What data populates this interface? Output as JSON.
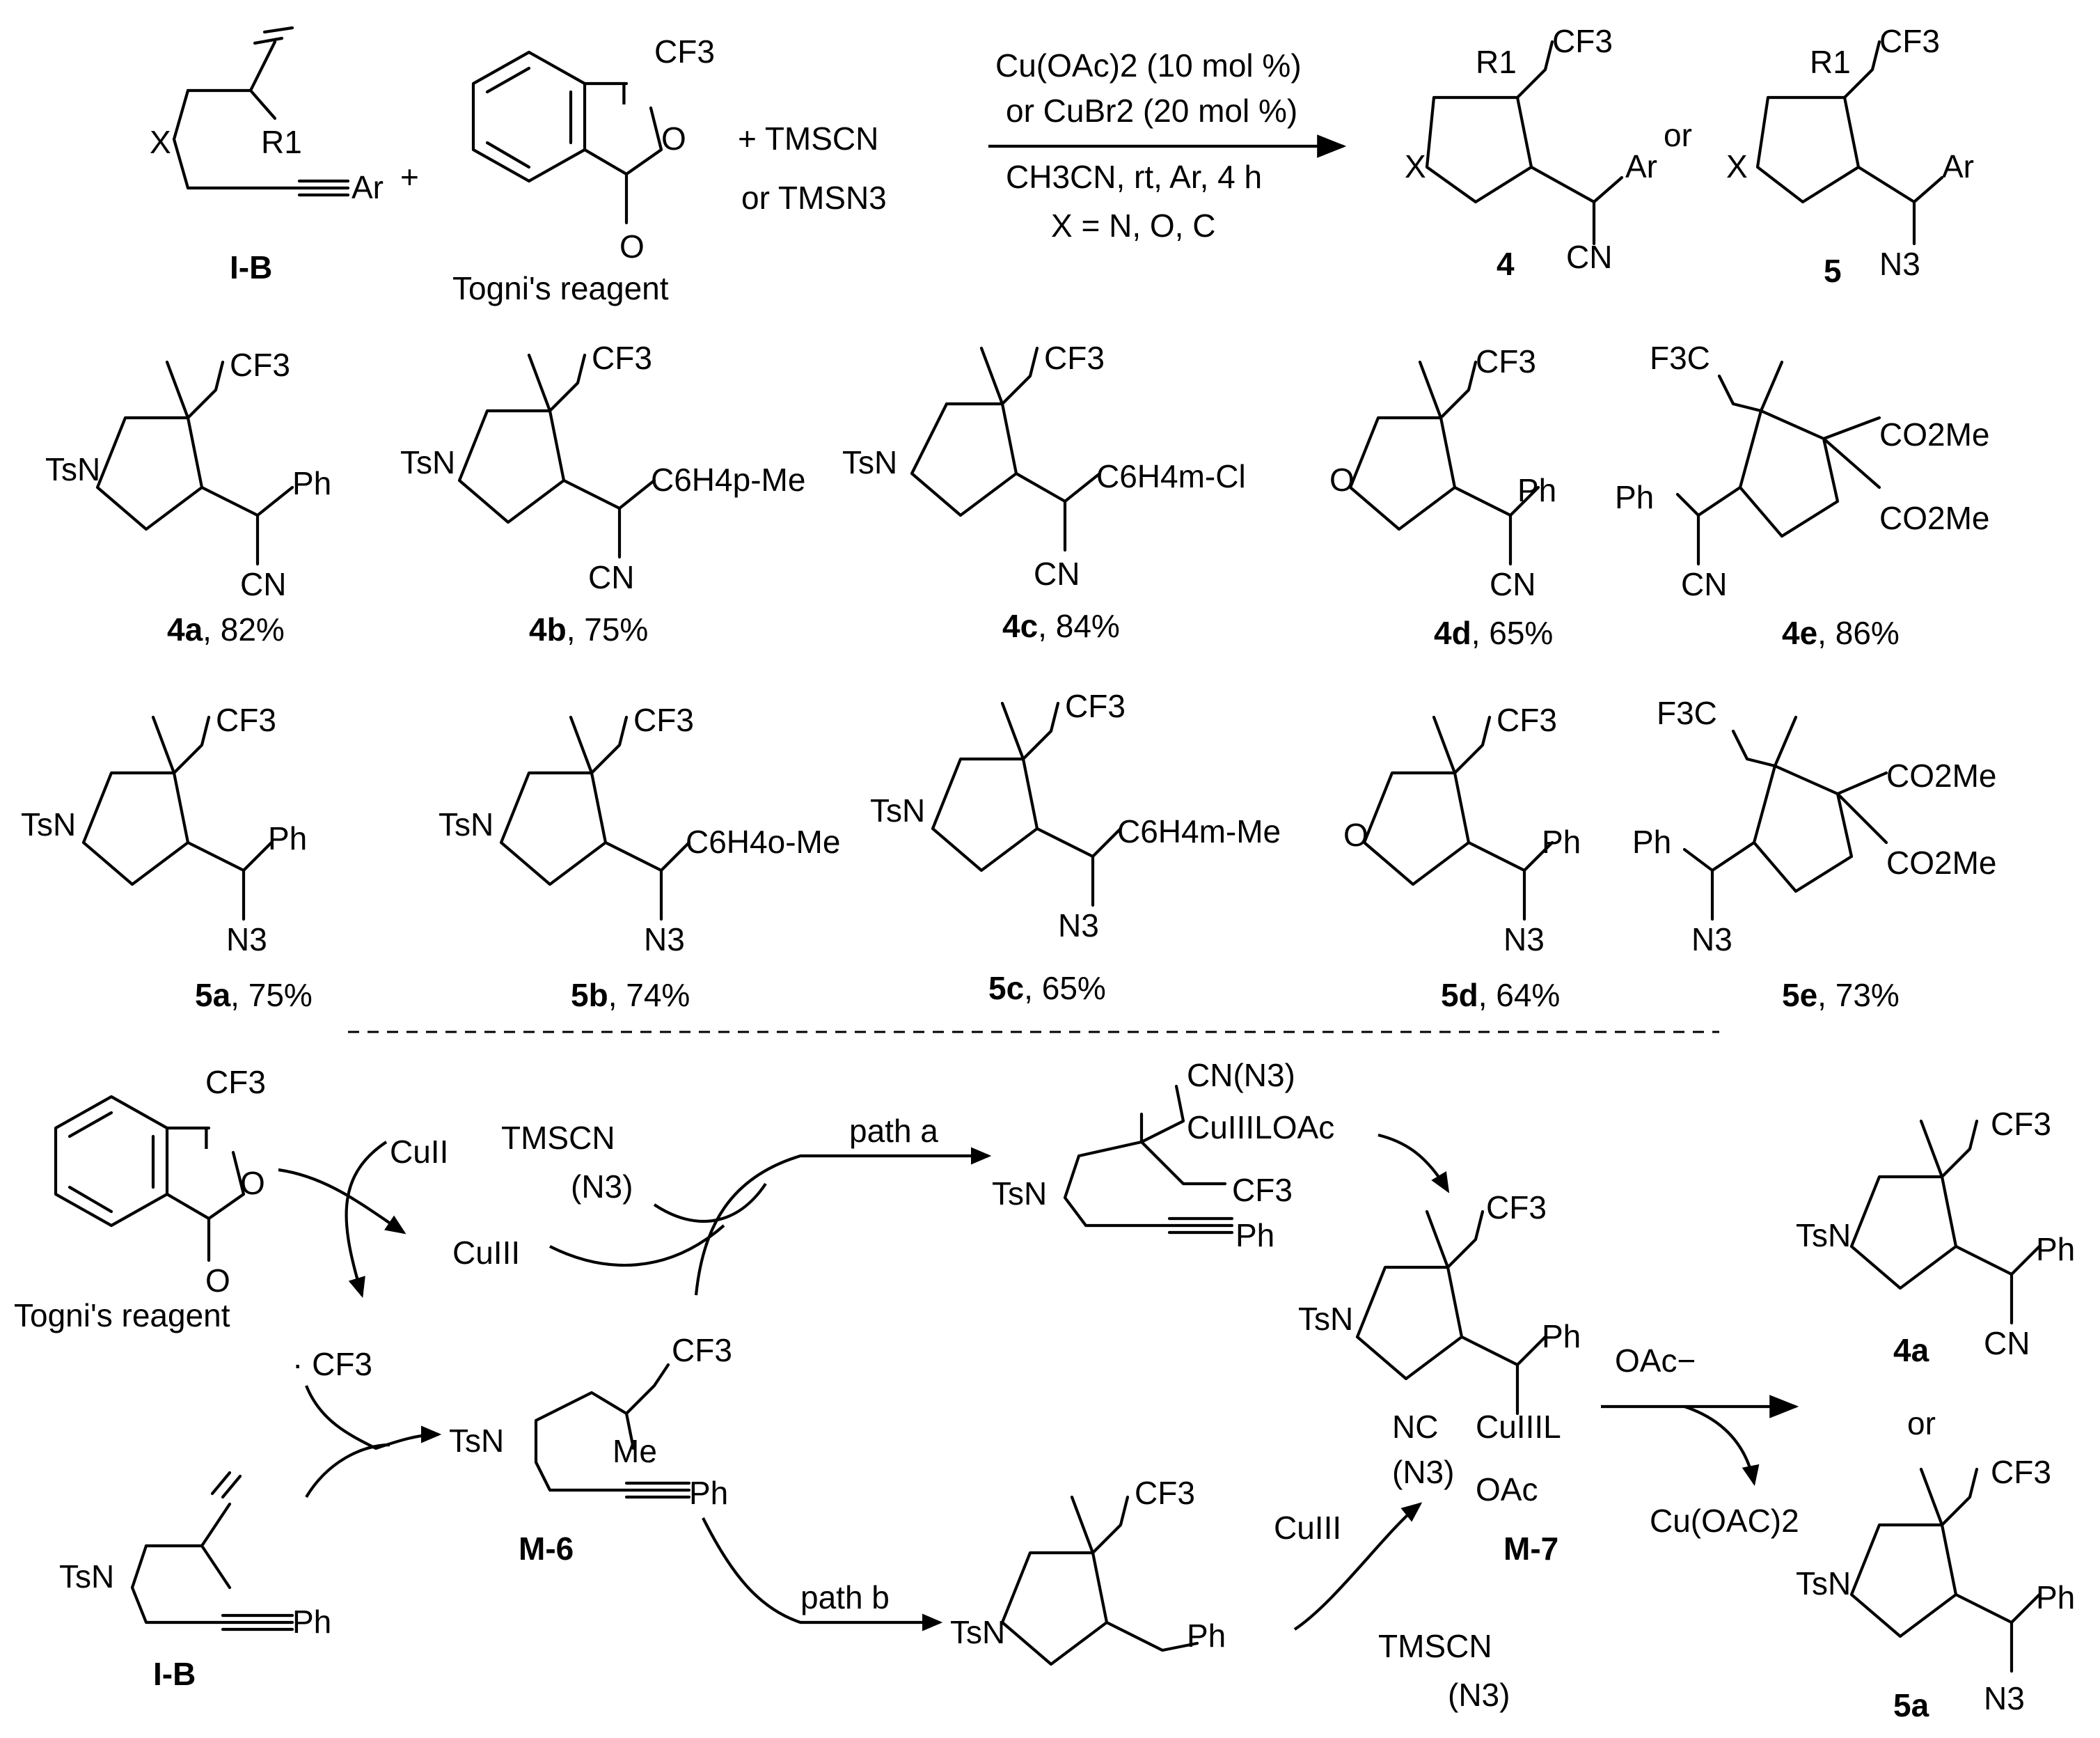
{
  "colors": {
    "cf3": "#1a1aff",
    "cn_n3": "#ff0000",
    "text": "#000000",
    "background": "#ffffff"
  },
  "top_reaction": {
    "substrate_label": "I-B",
    "reagent_label": "Togni's reagent",
    "plus": "+",
    "nucleophile_1": "+ TMSCN",
    "nucleophile_2": "or TMSN3",
    "conditions": [
      "Cu(OAc)2 (10 mol %)",
      "or CuBr2 (20 mol %)",
      "CH3CN, rt, Ar, 4 h",
      "X = N, O, C"
    ],
    "product_4_label": "4",
    "product_5_label": "5",
    "or_text": "or"
  },
  "atoms": {
    "cf3": "CF3",
    "f3c": "F3C",
    "cn": "CN",
    "n3": "N3",
    "ts_n": "TsN",
    "ph": "Ph",
    "ar": "Ar",
    "r1": "R1",
    "x": "X",
    "iodine": "I",
    "oxygen": "O",
    "co2me": "CO2Me",
    "me": "Me",
    "c6h4_p_me": "C6H4p-Me",
    "c6h4_m_cl": "C6H4m-Cl",
    "c6h4_o_me": "C6H4o-Me",
    "c6h4_m_me": "C6H4m-Me"
  },
  "products_row_1": [
    {
      "id": "4a",
      "yield": ", 82%"
    },
    {
      "id": "4b",
      "yield": ", 75%"
    },
    {
      "id": "4c",
      "yield": ", 84%"
    },
    {
      "id": "4d",
      "yield": ", 65%"
    },
    {
      "id": "4e",
      "yield": ", 86%"
    }
  ],
  "products_row_2": [
    {
      "id": "5a",
      "yield": ", 75%"
    },
    {
      "id": "5b",
      "yield": ", 74%"
    },
    {
      "id": "5c",
      "yield": ", 65%"
    },
    {
      "id": "5d",
      "yield": ", 64%"
    },
    {
      "id": "5e",
      "yield": ", 73%"
    }
  ],
  "mechanism": {
    "cu2": "CuII",
    "cu3": "CuIII",
    "tmscn": "TMSCN",
    "n3_paren": "(N3)",
    "reagent_label": "Togni's reagent",
    "cf3_radical": "· CF3",
    "path_a": "path a",
    "path_b": "path b",
    "cu_complex_top": "CN(N3)",
    "cu_complex_mid": "CuIIILOAc",
    "m6_label": "M-6",
    "m7_label": "M-7",
    "ib_label": "I-B",
    "m7_nc": "NC",
    "m7_cu": "CuIIIL",
    "m7_n3": "(N3)",
    "m7_oac": "OAc",
    "oac_minus": "OAc−",
    "cu_oac2": "Cu(OAC)2",
    "product_top": "4a",
    "product_bottom": "5a",
    "or_text": "or",
    "tmscn_bottom": "TMSCN",
    "n3_bottom": "(N3)"
  }
}
